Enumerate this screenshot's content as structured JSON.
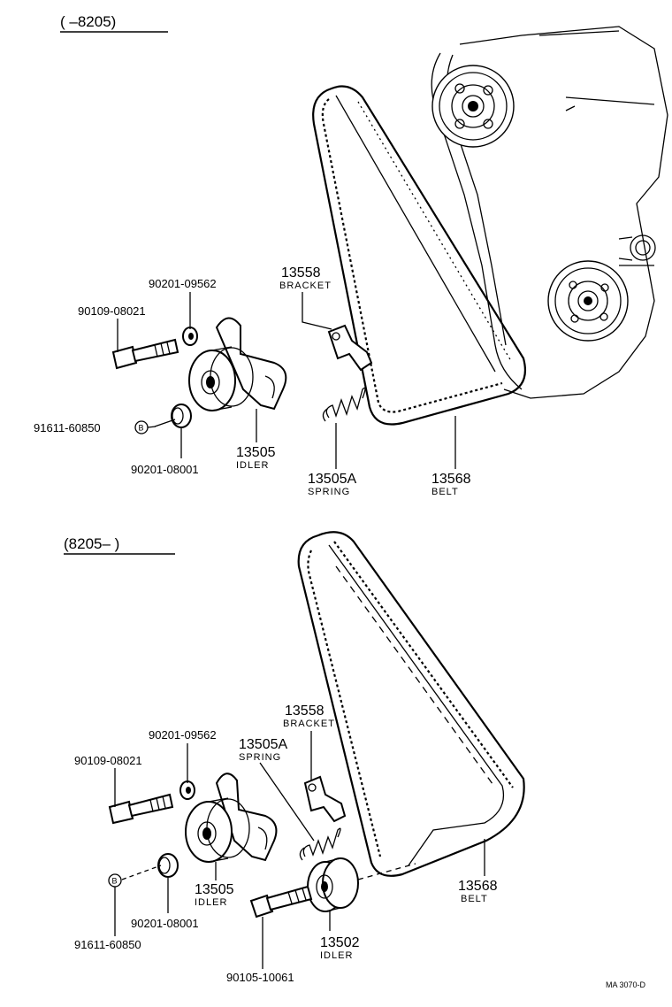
{
  "section_top": {
    "header": "(      –8205)"
  },
  "section_bottom": {
    "header": "(8205–      )"
  },
  "top_parts": {
    "p1": {
      "number": "90201-09562"
    },
    "p2": {
      "number": "90109-08021"
    },
    "p3": {
      "number": "13558",
      "name": "BRACKET"
    },
    "p4": {
      "number": "91611-60850",
      "marker": "B"
    },
    "p5": {
      "number": "13505",
      "name": "IDLER"
    },
    "p6": {
      "number": "90201-08001"
    },
    "p7": {
      "number": "13505A",
      "name": "SPRING"
    },
    "p8": {
      "number": "13568",
      "name": "BELT"
    }
  },
  "bottom_parts": {
    "p1": {
      "number": "13558",
      "name": "BRACKET"
    },
    "p2": {
      "number": "90201-09562"
    },
    "p3": {
      "number": "13505A",
      "name": "SPRING"
    },
    "p4": {
      "number": "90109-08021"
    },
    "p5": {
      "number": "13568",
      "name": "BELT"
    },
    "p6": {
      "number": "13505",
      "name": "IDLER"
    },
    "p7": {
      "marker": "B"
    },
    "p8": {
      "number": "90201-08001"
    },
    "p9": {
      "number": "91611-60850"
    },
    "p10": {
      "number": "13502",
      "name": "IDLER"
    },
    "p11": {
      "number": "90105-10061"
    }
  },
  "reference_code": "MA  3070-D"
}
